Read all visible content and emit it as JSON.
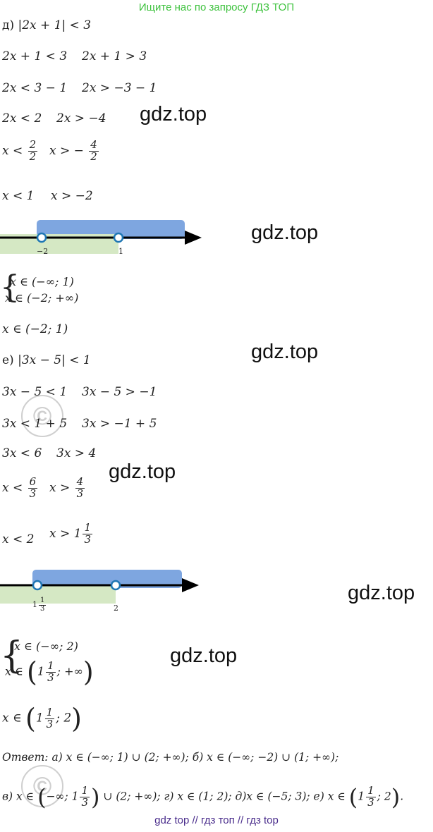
{
  "banner": "Ищите нас по запросу ГДЗ ТОП",
  "watermark": "gdz.top",
  "footer": "gdz top  //  гдз топ  //  гдз top",
  "part_d": {
    "heading_label": "д)",
    "heading_expr": "|2x + 1| < 3",
    "line1_left": "2x + 1 < 3",
    "line1_right": "2x + 1 > 3",
    "line2_left": "2x < 3 − 1",
    "line2_right": "2x > −3 − 1",
    "line3_left": "2x < 2",
    "line3_right": "2x > −4",
    "frac_left_var": "x <",
    "frac_left_num": "2",
    "frac_left_den": "2",
    "frac_right_var": "x > −",
    "frac_right_num": "4",
    "frac_right_den": "2",
    "line5_left": "x < 1",
    "line5_right": "x > −2",
    "tick_a": "−2",
    "tick_b": "1",
    "sys_1": "x ∈ (−∞; 1)",
    "sys_2": "x ∈ (−2; +∞)",
    "answer": "x ∈ (−2; 1)"
  },
  "part_e": {
    "heading_label": "е)",
    "heading_expr": "|3x − 5| < 1",
    "line1_left": "3x − 5 < 1",
    "line1_right": "3x − 5 > −1",
    "line2_left": "3x < 1 + 5",
    "line2_right": "3x > −1 + 5",
    "line3_left": "3x < 6",
    "line3_right": "3x > 4",
    "frac_left_var": "x <",
    "frac_left_num": "6",
    "frac_left_den": "3",
    "frac_right_var": "x >",
    "frac_right_num": "4",
    "frac_right_den": "3",
    "line5_left": "x < 2",
    "line5_right_var": "x > 1",
    "line5_right_num": "1",
    "line5_right_den": "3",
    "tick_a_whole": "1",
    "tick_a_num": "1",
    "tick_a_den": "3",
    "tick_b": "2",
    "sys_1": "x ∈ (−∞; 2)",
    "sys_2_pre": "x ∈",
    "sys_2_whole": "1",
    "sys_2_num": "1",
    "sys_2_den": "3",
    "sys_2_post": "; +∞",
    "ans_pre": "x ∈",
    "ans_whole": "1",
    "ans_num": "1",
    "ans_den": "3",
    "ans_post": "; 2"
  },
  "final_answer": {
    "line1": "Ответ: а) x ∈ (−∞; 1) ∪ (2; +∞); б) x ∈ (−∞; −2) ∪ (1; +∞);",
    "l2_a": "в) x ∈",
    "l2_b": "−∞; 1",
    "l2_num": "1",
    "l2_den": "3",
    "l2_c": "∪ (2; +∞); г) x ∈ (1; 2); д)x ∈ (−5; 3); е) x ∈",
    "l2_whole": "1",
    "l2_num2": "1",
    "l2_den2": "3",
    "l2_d": "; 2",
    "l2_end": "."
  },
  "colors": {
    "blue_band": "#7ea6e0",
    "green_band": "#d5e8c4",
    "axis": "#000000",
    "point_fill": "#ffffff",
    "point_stroke": "#1f77b4",
    "banner": "#3ec23e",
    "footer": "#4a2d8c"
  }
}
